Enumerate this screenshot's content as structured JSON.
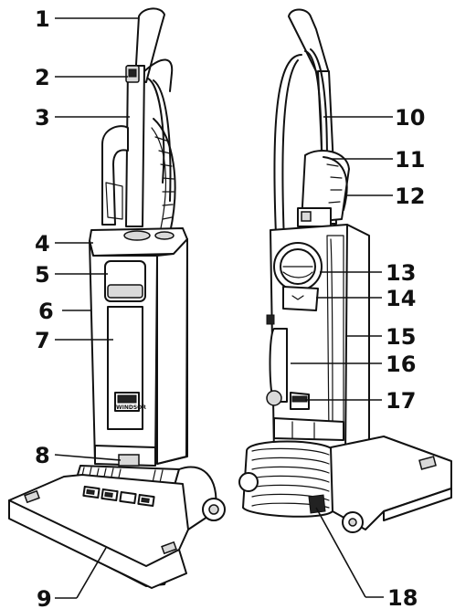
{
  "diagram": {
    "callouts": [
      {
        "number": "1"
      },
      {
        "number": "2"
      },
      {
        "number": "3"
      },
      {
        "number": "4"
      },
      {
        "number": "5"
      },
      {
        "number": "6"
      },
      {
        "number": "7"
      },
      {
        "number": "8"
      },
      {
        "number": "9"
      },
      {
        "number": "10"
      },
      {
        "number": "11"
      },
      {
        "number": "12"
      },
      {
        "number": "13"
      },
      {
        "number": "14"
      },
      {
        "number": "15"
      },
      {
        "number": "16"
      },
      {
        "number": "17"
      },
      {
        "number": "18"
      }
    ],
    "brand_logo_text": "WINDSOR",
    "colors": {
      "ink": "#111111",
      "paper": "#ffffff",
      "shade": "#d9d9d9"
    }
  }
}
